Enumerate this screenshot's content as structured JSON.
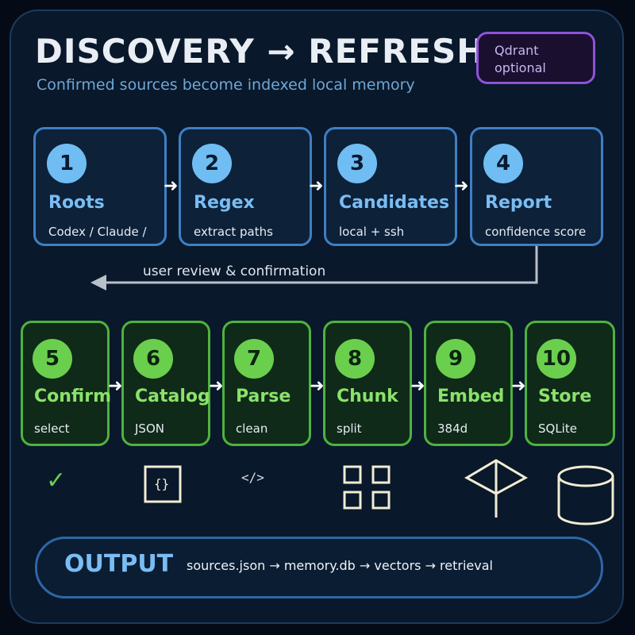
{
  "header": {
    "title": "DISCOVERY → REFRESH",
    "subtitle": "Confirmed sources become indexed local memory",
    "badge_line1": "Qdrant",
    "badge_line2": "optional"
  },
  "discovery_steps": [
    {
      "num": "1",
      "name": "Roots",
      "desc": "Codex / Claude /"
    },
    {
      "num": "2",
      "name": "Regex",
      "desc": "extract paths"
    },
    {
      "num": "3",
      "name": "Candidates",
      "desc": "local + ssh"
    },
    {
      "num": "4",
      "name": "Report",
      "desc": "confidence score"
    }
  ],
  "review_label": "user review & confirmation",
  "refresh_steps": [
    {
      "num": "5",
      "name": "Confirm",
      "desc": "select"
    },
    {
      "num": "6",
      "name": "Catalog",
      "desc": "JSON"
    },
    {
      "num": "7",
      "name": "Parse",
      "desc": "clean"
    },
    {
      "num": "8",
      "name": "Chunk",
      "desc": "split"
    },
    {
      "num": "9",
      "name": "Embed",
      "desc": "384d"
    },
    {
      "num": "10",
      "name": "Store",
      "desc": "SQLite"
    }
  ],
  "icons": {
    "confirm": "check-icon",
    "catalog": "json-file-icon",
    "parse": "code-icon",
    "chunk": "grid-icon",
    "embed": "vector-icon",
    "store": "database-icon",
    "code_glyph": "</>",
    "json_glyph": "{}",
    "check_glyph": "✓"
  },
  "output": {
    "title": "OUTPUT",
    "flow": "sources.json → memory.db → vectors → retrieval"
  },
  "colors": {
    "background": "#050b16",
    "panel": "#09182a",
    "discovery_accent": "#6fbdf2",
    "refresh_accent": "#6bcf4e",
    "badge": "#8f52d8"
  }
}
